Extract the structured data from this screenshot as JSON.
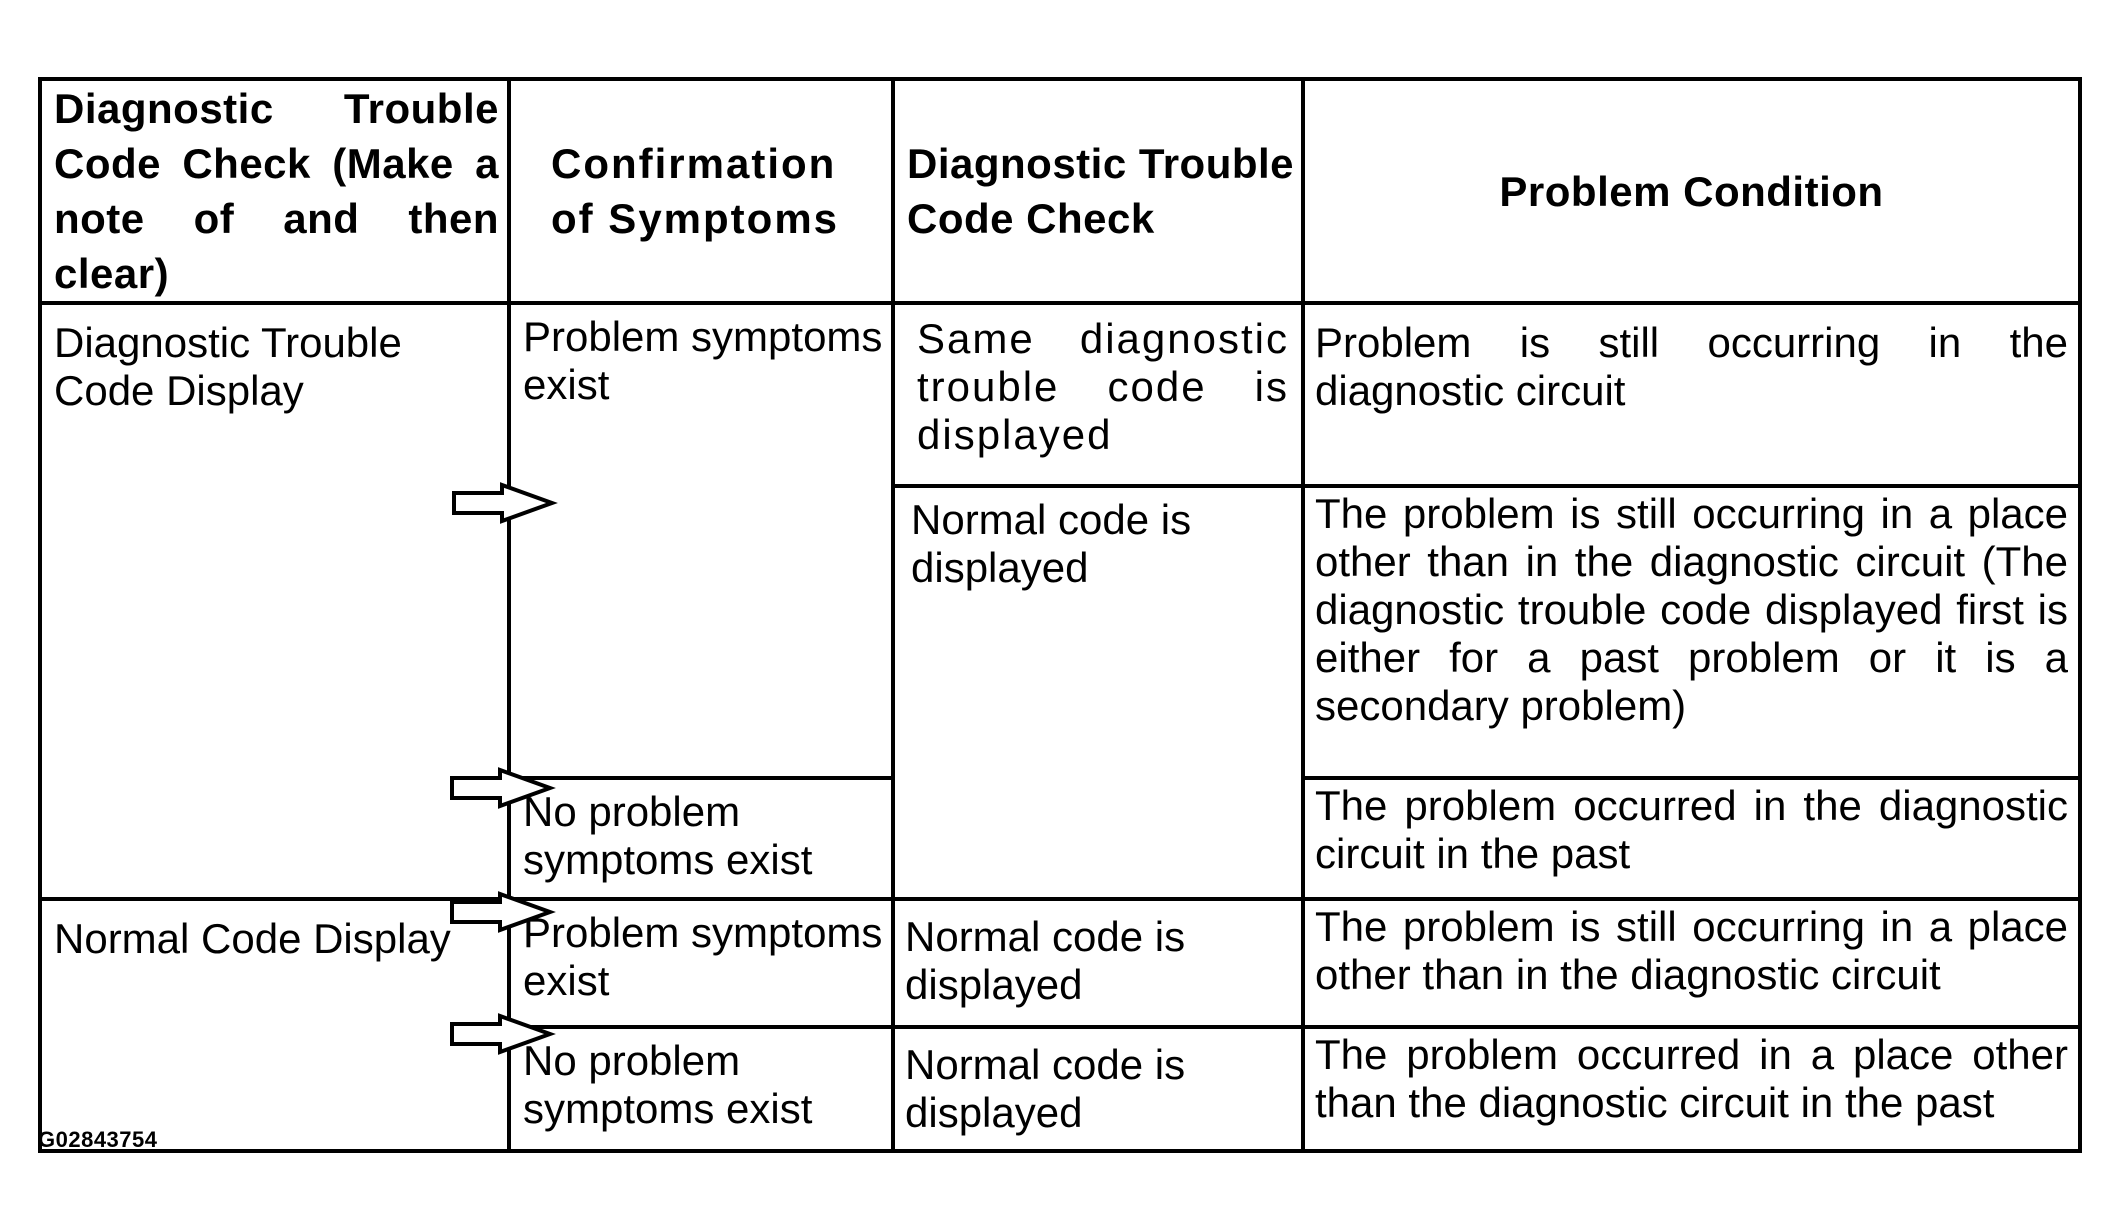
{
  "headers": {
    "col1": "Diagnostic Trouble Code Check (Make a note of and then clear)",
    "col2": "Confirmation of Symptoms",
    "col3": "Diagnostic Trouble Code Check",
    "col4": "Problem Condition"
  },
  "rows": {
    "dtc_display": "Diagnostic Trouble Code Display",
    "normal_code_display": "Normal Code Display",
    "symptoms_exist": "Problem symptoms exist",
    "no_symptoms_exist": "No problem symptoms exist",
    "symptoms_exist_2": "Problem symptoms exist",
    "no_symptoms_exist_2": "No problem symptoms exist",
    "same_code_displayed": "Same diagnostic trouble code is displayed",
    "normal_code_displayed_1": "Normal code is displayed",
    "normal_code_displayed_2": "Normal code is displayed",
    "normal_code_displayed_3": "Normal code is displayed",
    "condition_1": "Problem is still occurring in the diagnostic circuit",
    "condition_2": "The problem is still occurring in a place other than in the diagnostic circuit (The diagnostic trouble code displayed first is either for a past problem or it is a secondary problem)",
    "condition_3": "The problem occurred in the diagnostic circuit in the past",
    "condition_4": "The problem is still occurring in a place other than in the diagnostic circuit",
    "condition_5": "The problem occurred in a place other than the diagnostic circuit in the past"
  },
  "figure_id": "G02843754",
  "icons": [
    "arrow-right-icon"
  ]
}
